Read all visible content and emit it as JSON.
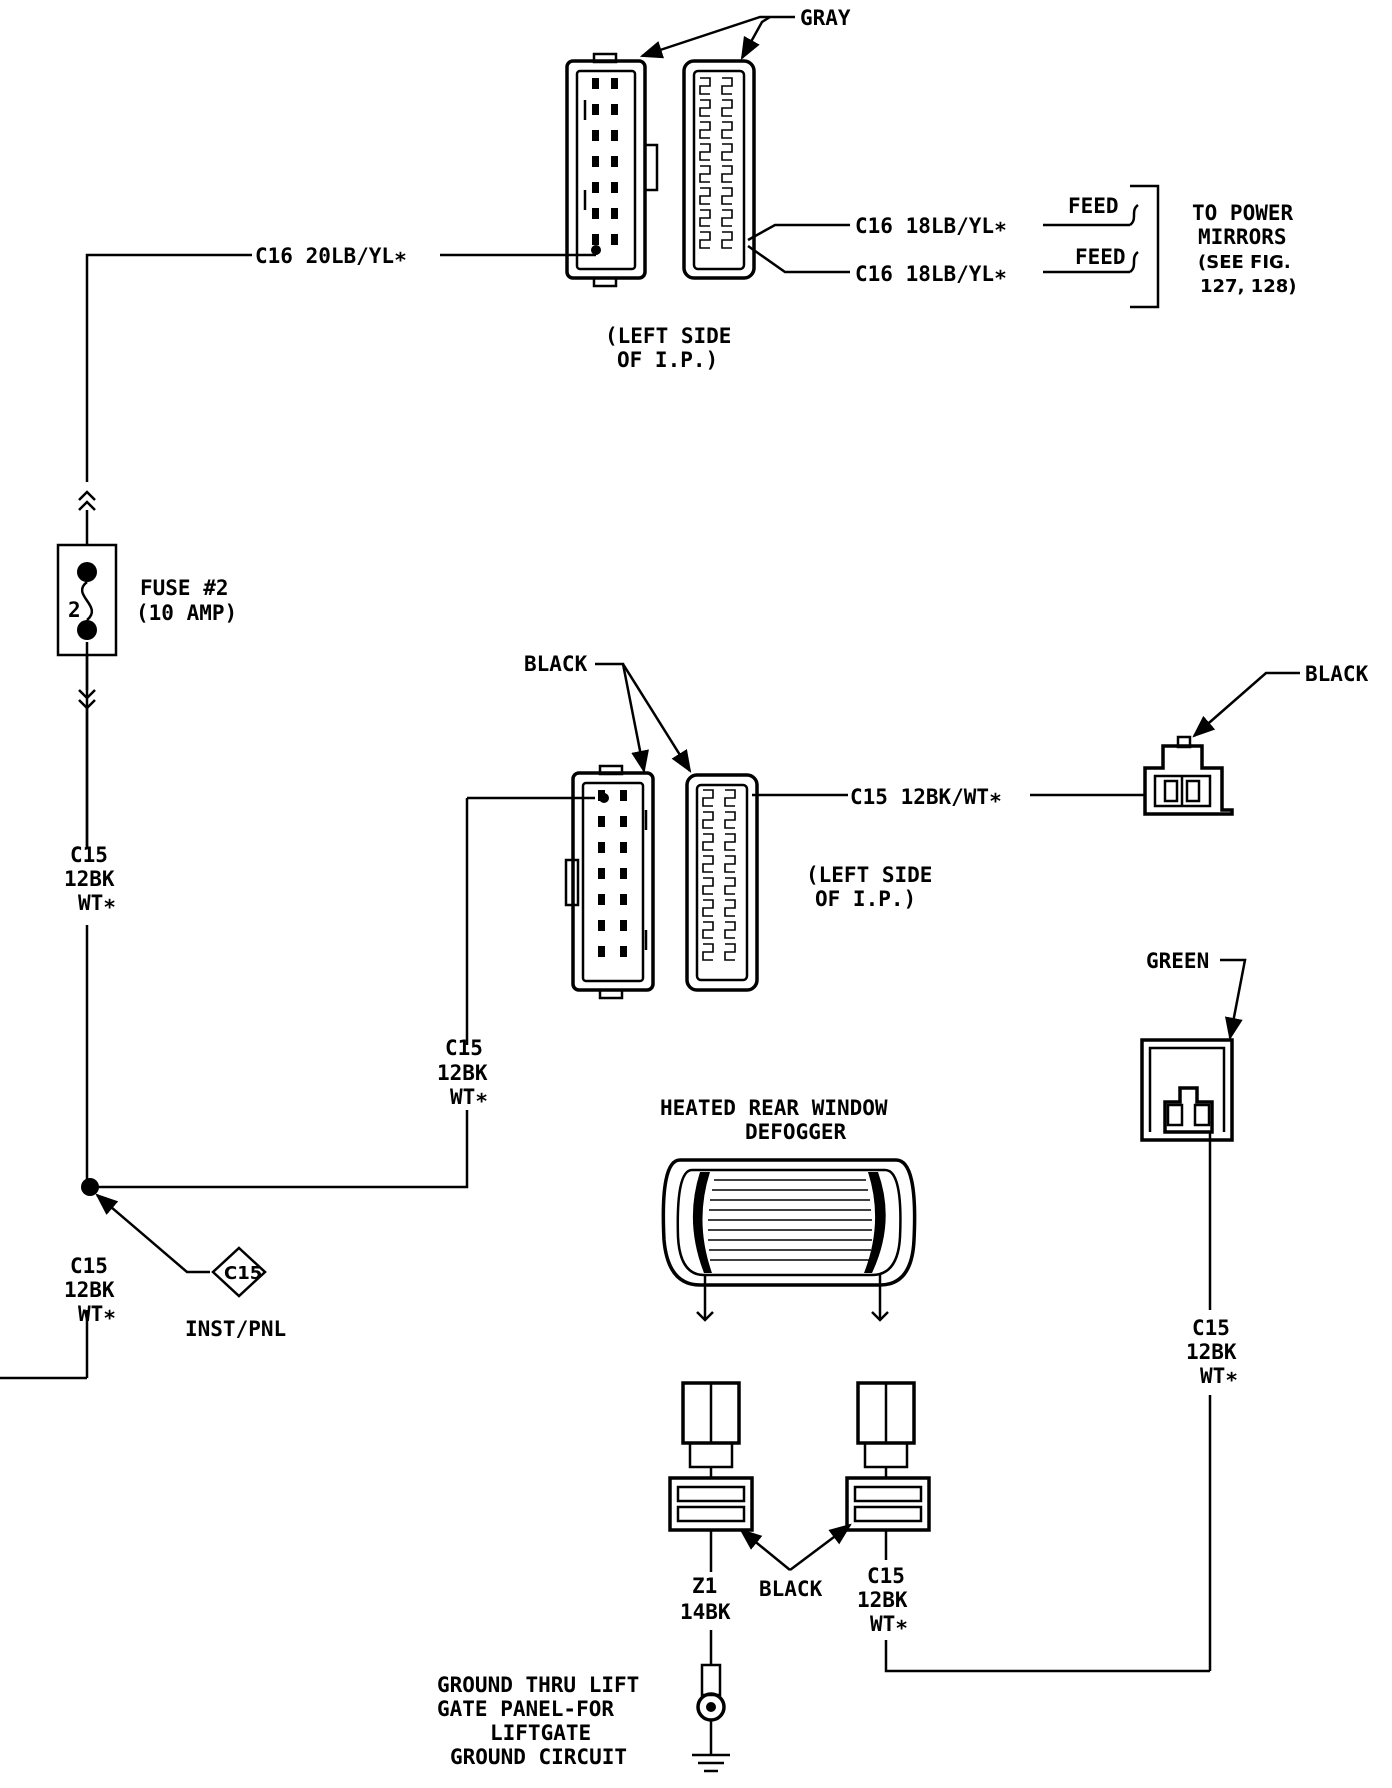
{
  "labels": {
    "gray": "GRAY",
    "upper_wire": "C16 20LB/YL∗",
    "mirror_wire_1": "C16 18LB/YL∗",
    "mirror_wire_2": "C16 18LB/YL∗",
    "feed_1": "FEED",
    "feed_2": "FEED",
    "to_power": [
      "TO POWER",
      "MIRRORS",
      "(SEE FIG.",
      "127, 128)"
    ],
    "left_side_ip_top": [
      "(LEFT SIDE",
      "OF I.P.)"
    ],
    "fuse_number": "2",
    "fuse": [
      "FUSE #2",
      "(10 AMP)"
    ],
    "black_mid": "BLACK",
    "black_right": "BLACK",
    "mid_wire": "C15 12BK/WT∗",
    "left_side_ip_mid": [
      "(LEFT SIDE",
      "OF I.P.)"
    ],
    "c15_left_upper": [
      "C15",
      "12BK",
      "WT∗"
    ],
    "c15_mid": [
      "C15",
      "12BK",
      "WT∗"
    ],
    "c15_left_lower": [
      "C15",
      "12BK",
      "WT∗"
    ],
    "splice": "C15",
    "inst_pnl": "INST/PNL",
    "green": "GREEN",
    "defogger": [
      "HEATED REAR WINDOW",
      "DEFOGGER"
    ],
    "c15_right": [
      "C15",
      "12BK",
      "WT∗"
    ],
    "z1": [
      "Z1",
      "14BK"
    ],
    "black_bottom": "BLACK",
    "c15_bottom": [
      "C15",
      "12BK",
      "WT∗"
    ],
    "ground": [
      "GROUND THRU LIFT",
      "GATE PANEL-FOR",
      "LIFTGATE",
      "GROUND CIRCUIT"
    ]
  }
}
